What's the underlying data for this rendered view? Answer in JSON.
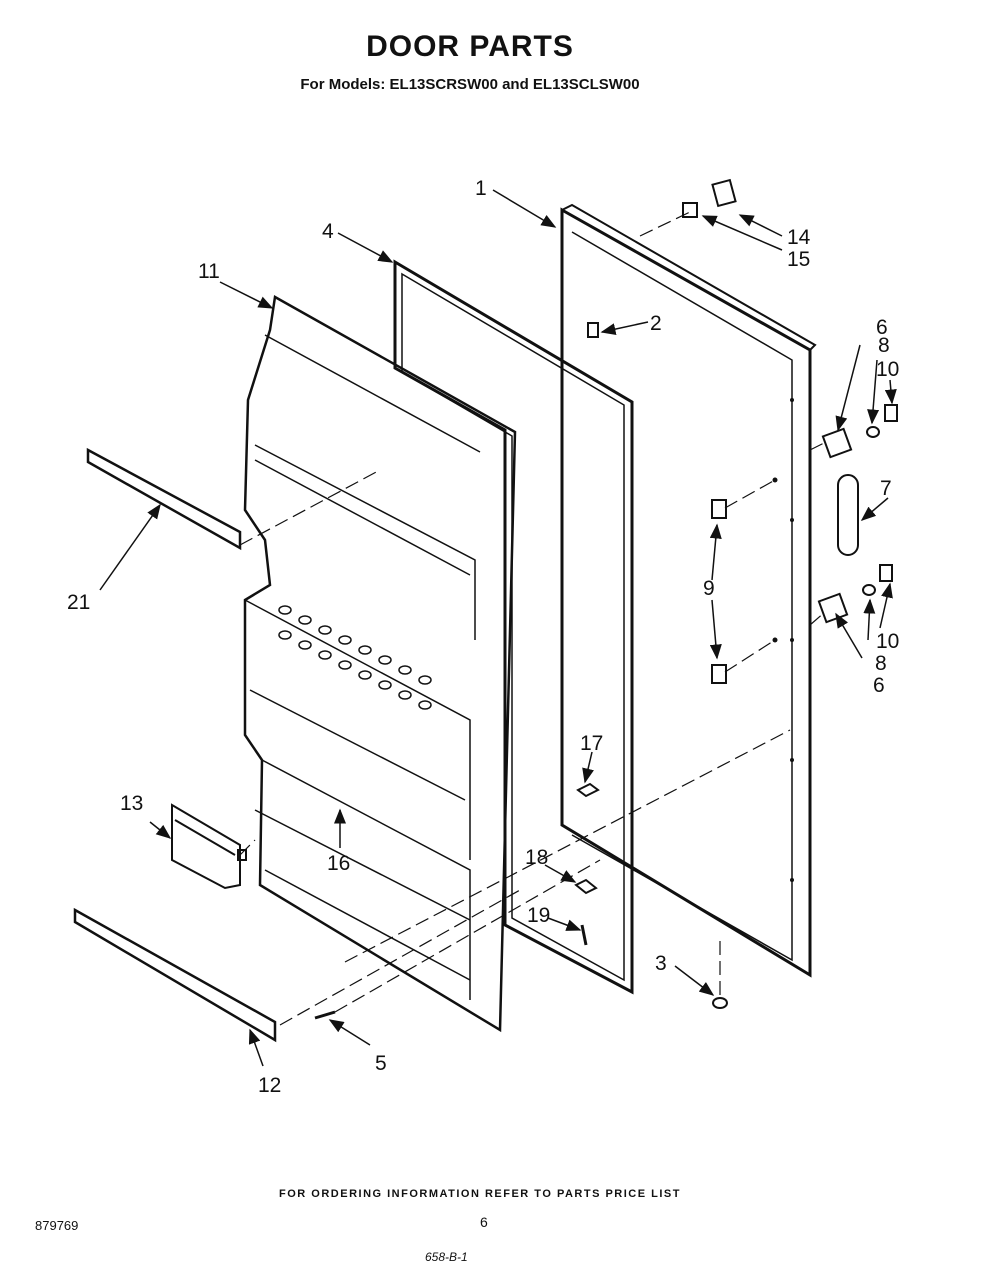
{
  "title": "DOOR PARTS",
  "subtitle": "For Models: EL13SCRSW00  and EL13SCLSW00",
  "footer": "FOR ORDERING INFORMATION REFER TO PARTS PRICE LIST",
  "doc_number": "879769",
  "page_number": "6",
  "code": "658-B-1",
  "callouts": {
    "c1": "1",
    "c2": "2",
    "c3": "3",
    "c4": "4",
    "c5": "5",
    "c6a": "6",
    "c6b": "6",
    "c7": "7",
    "c8a": "8",
    "c8b": "8",
    "c9": "9",
    "c10a": "10",
    "c10b": "10",
    "c11": "11",
    "c12": "12",
    "c13": "13",
    "c14": "14",
    "c15": "15",
    "c16": "16",
    "c17": "17",
    "c18": "18",
    "c19": "19",
    "c21": "21"
  }
}
